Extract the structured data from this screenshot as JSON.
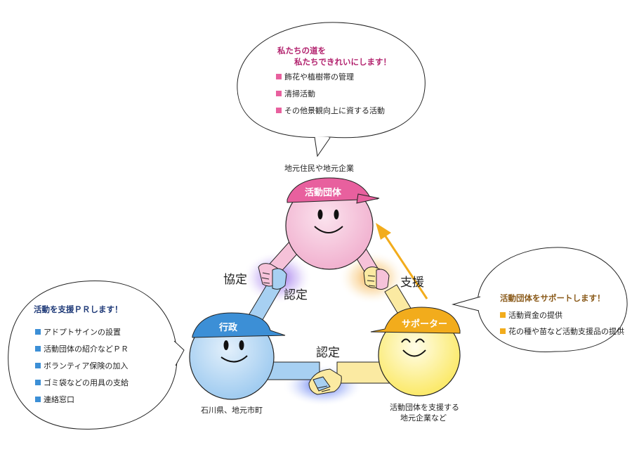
{
  "colors": {
    "pink": "#e8609e",
    "blue": "#3c8fd6",
    "yellow": "#f2ac1c",
    "navy": "#1f3a78",
    "brown": "#8a5a1a",
    "magenta_text": "#b3246f"
  },
  "top_bubble": {
    "title_line1": "私たちの道を",
    "title_line2": "私たちできれいにします！",
    "items": [
      "飾花や植樹帯の管理",
      "清掃活動",
      "その他景観向上に資する活動"
    ]
  },
  "left_bubble": {
    "title": "活動を支援ＰＲします！",
    "items": [
      "アドプトサインの設置",
      "活動団体の紹介などＰＲ",
      "ボランティア保険の加入",
      "ゴミ袋などの用具の支給",
      "連絡窓口"
    ]
  },
  "right_bubble": {
    "title": "活動団体をサポートします！",
    "items": [
      "活動資金の提供",
      "花の種や苗など活動支援品の提供"
    ]
  },
  "characters": {
    "group": {
      "cap_label": "活動団体",
      "caption": "地元住民や地元企業"
    },
    "gov": {
      "cap_label": "行政",
      "caption": "石川県、地元市町"
    },
    "supporter": {
      "cap_label": "サポーター",
      "caption_line1": "活動団体を支援する",
      "caption_line2": "地元企業など"
    }
  },
  "relations": {
    "kyotei": "協定",
    "nintei_left": "認定",
    "nintei_bottom": "認定",
    "shien": "支援"
  }
}
